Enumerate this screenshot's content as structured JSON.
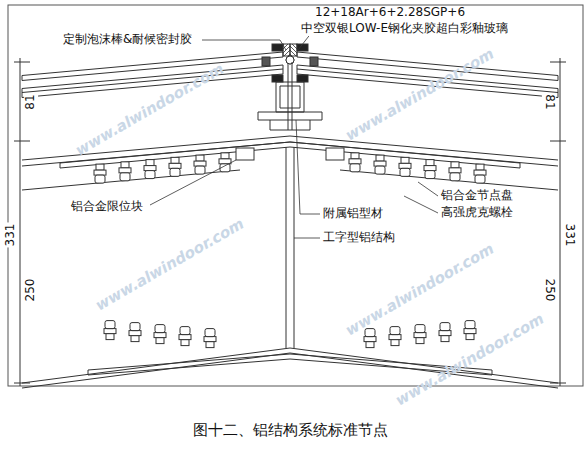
{
  "diagram": {
    "caption": "图十二、铝结构系统标准节点",
    "labels": [
      "定制泡沫棒&耐候密封胶",
      "12+18Ar+6+2.28SGP+6",
      "中空双银LOW-E钢化夹胶超白彩釉玻璃",
      "铝合金节点盘",
      "高强虎克螺栓",
      "铝合金限位块",
      "附属铝型材",
      "工字型铝结构",
      "81",
      "331",
      "250",
      "81",
      "331",
      "250",
      "www.alwindoor.com",
      "www.alwindoor.com",
      "www.alwindoor.com",
      "www.alwindoor.com",
      "www.alwindoor.com"
    ]
  }
}
